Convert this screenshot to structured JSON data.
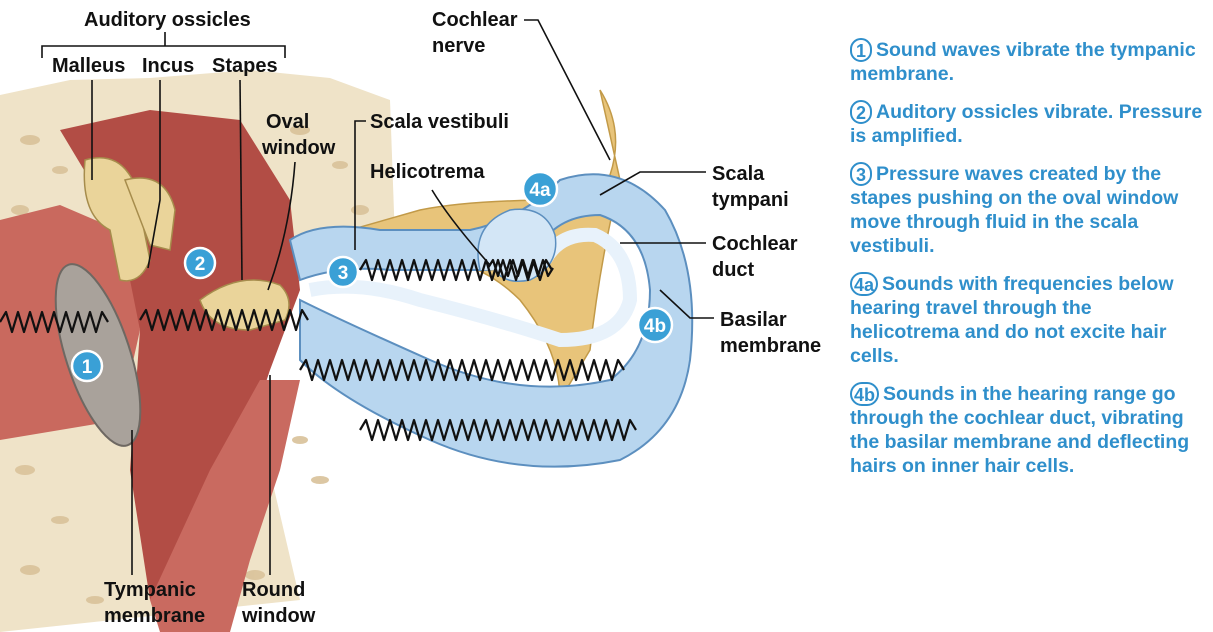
{
  "labels": {
    "auditory_ossicles": "Auditory ossicles",
    "malleus": "Malleus",
    "incus": "Incus",
    "stapes": "Stapes",
    "oval_window_1": "Oval",
    "oval_window_2": "window",
    "scala_vestibuli": "Scala vestibuli",
    "helicotrema": "Helicotrema",
    "cochlear_nerve_1": "Cochlear",
    "cochlear_nerve_2": "nerve",
    "scala_tympani_1": "Scala",
    "scala_tympani_2": "tympani",
    "cochlear_duct_1": "Cochlear",
    "cochlear_duct_2": "duct",
    "basilar_membrane_1": "Basilar",
    "basilar_membrane_2": "membrane",
    "tympanic_membrane_1": "Tympanic",
    "tympanic_membrane_2": "membrane",
    "round_window_1": "Round",
    "round_window_2": "window"
  },
  "badges": [
    "1",
    "2",
    "3",
    "4a",
    "4b"
  ],
  "steps": [
    {
      "num": "1",
      "text": "Sound waves vibrate the tympanic membrane."
    },
    {
      "num": "2",
      "text": "Auditory ossicles vibrate. Pressure is amplified."
    },
    {
      "num": "3",
      "text": "Pressure waves created by the stapes pushing on the oval window move through fluid in the scala vestibuli."
    },
    {
      "num": "4a",
      "text": "Sounds with frequencies below hearing travel through the helicotrema and do not excite hair cells."
    },
    {
      "num": "4b",
      "text": "Sounds in the hearing range go through the cochlear duct, vibrating the basilar membrane and deflecting hairs on inner hair cells."
    }
  ],
  "colors": {
    "step_text": "#2f8fcb",
    "badge_fill": "#3aa0d6",
    "bone": "#efe3c8",
    "canal": "#c5ddf2",
    "tissue": "#c45a52"
  }
}
